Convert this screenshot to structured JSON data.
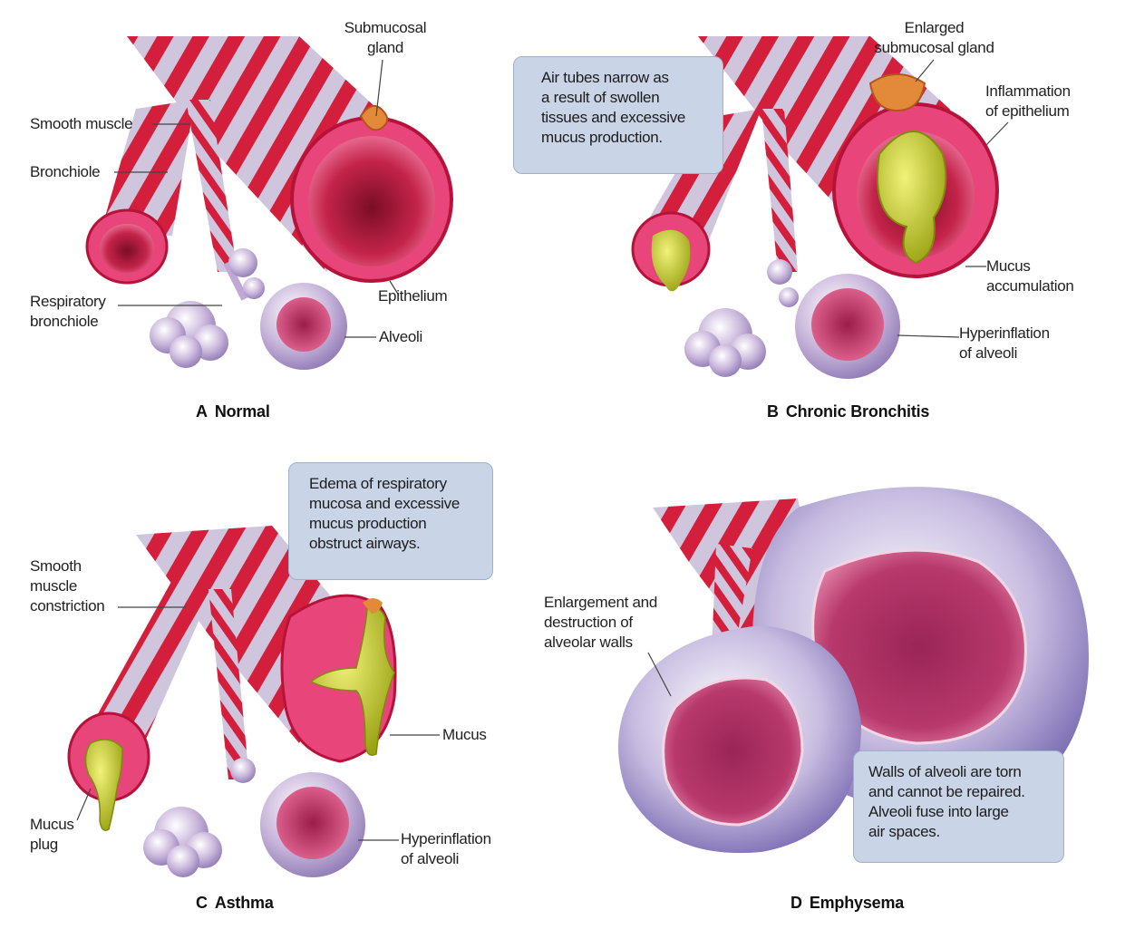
{
  "panels": {
    "a": {
      "caption_letter": "A",
      "caption_text": "Normal",
      "labels": {
        "submucosal_gland": "Submucosal\ngland",
        "smooth_muscle": "Smooth muscle",
        "bronchiole": "Bronchiole",
        "respiratory_bronchiole": "Respiratory\nbronchiole",
        "epithelium": "Epithelium",
        "alveoli": "Alveoli"
      }
    },
    "b": {
      "caption_letter": "B",
      "caption_text": "Chronic Bronchitis",
      "callout": "Air tubes narrow as\na result of swollen\ntissues and excessive\nmucus production.",
      "labels": {
        "enlarged_gland": "Enlarged\nsubmucosal gland",
        "inflammation": "Inflammation\nof epithelium",
        "mucus_accumulation": "Mucus\naccumulation",
        "hyperinflation": "Hyperinflation\nof alveoli"
      }
    },
    "c": {
      "caption_letter": "C",
      "caption_text": "Asthma",
      "callout": "Edema of respiratory\nmucosa and excessive\nmucus production\nobstruct airways.",
      "labels": {
        "smooth_muscle_constriction": "Smooth\nmuscle\nconstriction",
        "mucus": "Mucus",
        "mucus_plug": "Mucus\nplug",
        "hyperinflation": "Hyperinflation\nof alveoli"
      }
    },
    "d": {
      "caption_letter": "D",
      "caption_text": "Emphysema",
      "callout": "Walls of alveoli are torn\nand cannot be repaired.\nAlveoli fuse into large\nair spaces.",
      "labels": {
        "enlargement": "Enlargement and\ndestruction of\nalveolar walls"
      }
    }
  },
  "colors": {
    "tissue_red": "#d41f3c",
    "tissue_lavender": "#c9c2dc",
    "lumen_pink": "#e8457a",
    "mucus_yellow": "#c7d324",
    "callout_fill": "#c9d4e6"
  }
}
